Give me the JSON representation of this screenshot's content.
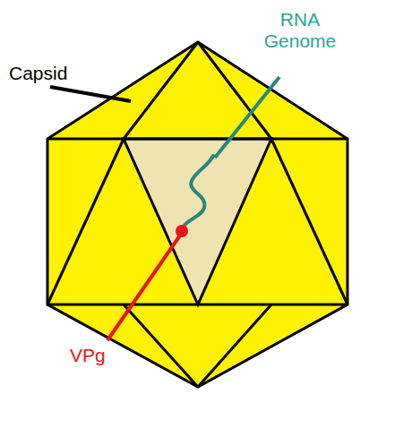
{
  "diagram": {
    "labels": [
      "Capsid",
      "RNA Genome",
      "VPg"
    ]
  }
}
